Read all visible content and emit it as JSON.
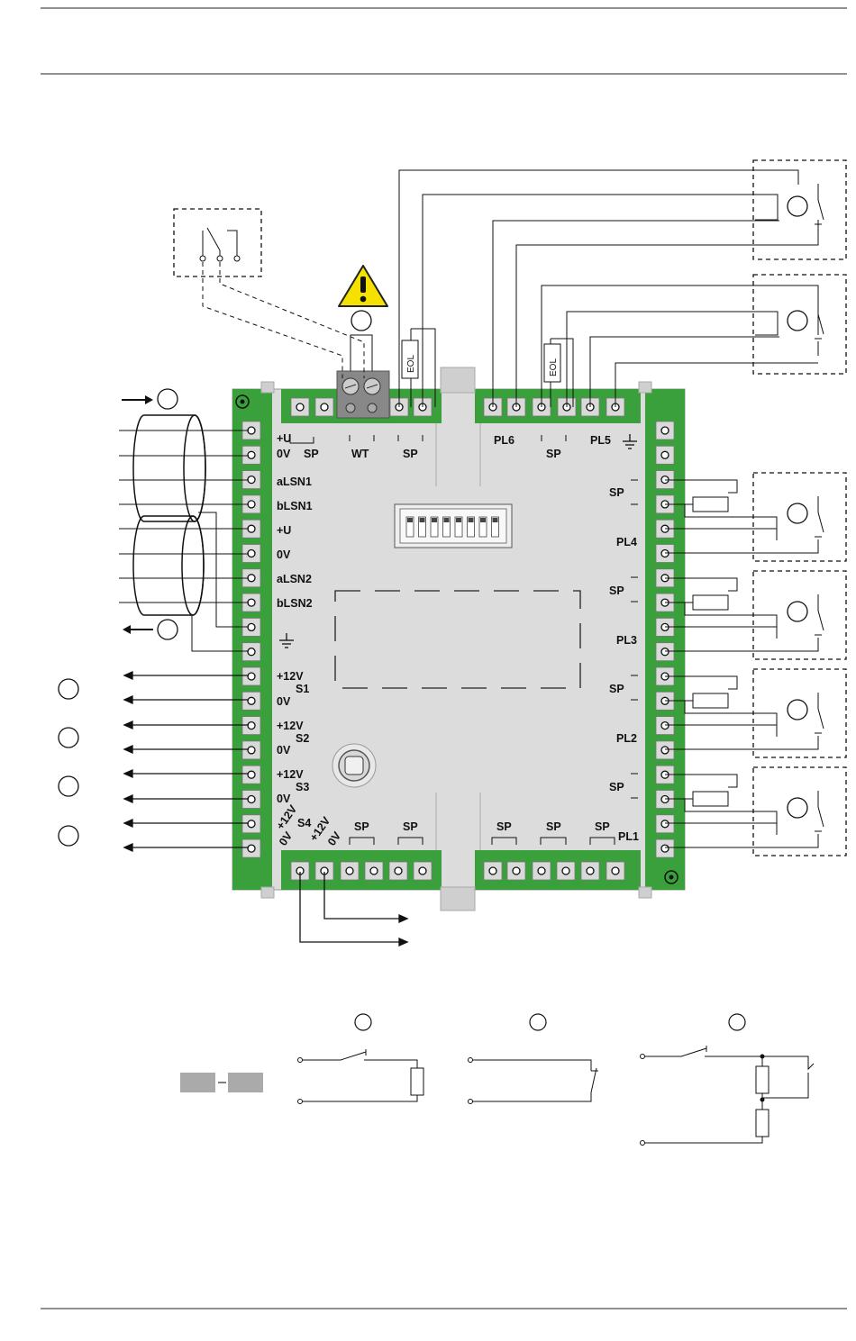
{
  "board": {
    "top_labels": [
      "+U",
      "0V",
      "SP",
      "WT",
      "SP",
      "PL6",
      "SP",
      "PL5"
    ],
    "left_labels": [
      "aLSN1",
      "bLSN1",
      "+U",
      "0V",
      "aLSN2",
      "bLSN2"
    ],
    "power_groups": [
      {
        "plus": "+12V",
        "minus": "0V",
        "name": "S1"
      },
      {
        "plus": "+12V",
        "minus": "0V",
        "name": "S2"
      },
      {
        "plus": "+12V",
        "minus": "0V",
        "name": "S3"
      }
    ],
    "s4": {
      "plus": "+12V",
      "minus": "0V",
      "name": "S4"
    },
    "bottom_labels": [
      "+12V",
      "0V",
      "SP",
      "SP",
      "SP",
      "SP",
      "SP"
    ],
    "right_labels": {
      "sp": "SP",
      "pl4": "PL4",
      "pl3": "PL3",
      "pl2": "PL2",
      "pl1": "PL1"
    }
  },
  "eol_label": "EOL",
  "colors": {
    "board_green": "#3aa03c",
    "board_body": "#dcdcdc",
    "warning_yellow": "#f5e100"
  }
}
